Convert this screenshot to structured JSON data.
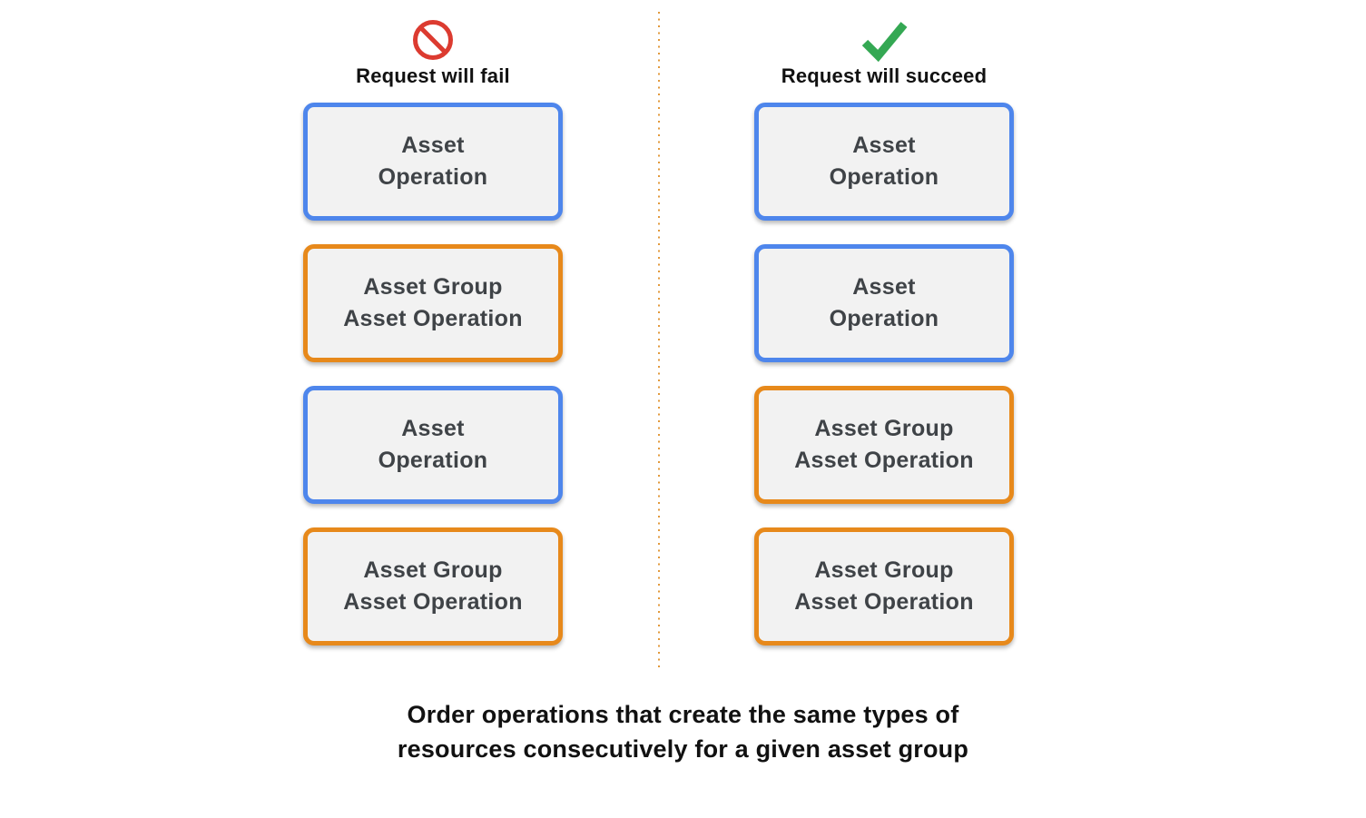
{
  "colors": {
    "blue": "#4E86EC",
    "orange": "#E7891B",
    "green": "#34A853",
    "red": "#DC3B30",
    "divider": "#E2993B",
    "box-bg": "#F2F2F2",
    "box-text": "#3F4347",
    "heading-text": "#111111"
  },
  "columns": [
    {
      "id": "fail",
      "icon": "prohibited-icon",
      "title": "Request will fail",
      "boxes": [
        {
          "kind": "asset-operation",
          "lines": [
            "Asset",
            "Operation"
          ]
        },
        {
          "kind": "asset-group-asset-operation",
          "lines": [
            "Asset Group",
            "Asset Operation"
          ]
        },
        {
          "kind": "asset-operation",
          "lines": [
            "Asset",
            "Operation"
          ]
        },
        {
          "kind": "asset-group-asset-operation",
          "lines": [
            "Asset Group",
            "Asset Operation"
          ]
        }
      ]
    },
    {
      "id": "succeed",
      "icon": "check-icon",
      "title": "Request will succeed",
      "boxes": [
        {
          "kind": "asset-operation",
          "lines": [
            "Asset",
            "Operation"
          ]
        },
        {
          "kind": "asset-operation",
          "lines": [
            "Asset",
            "Operation"
          ]
        },
        {
          "kind": "asset-group-asset-operation",
          "lines": [
            "Asset Group",
            "Asset Operation"
          ]
        },
        {
          "kind": "asset-group-asset-operation",
          "lines": [
            "Asset Group",
            "Asset Operation"
          ]
        }
      ]
    }
  ],
  "caption_lines": [
    "Order operations that create the same types of",
    "resources consecutively for a given asset group"
  ]
}
